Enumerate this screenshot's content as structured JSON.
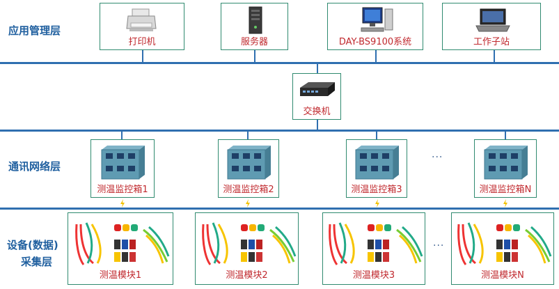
{
  "layers": {
    "app": "应用管理层",
    "network": "通讯网络层",
    "device_line1": "设备(数据)",
    "device_line2": "采集层"
  },
  "app_nodes": [
    {
      "label": "打印机",
      "icon": "printer-icon"
    },
    {
      "label": "服务器",
      "icon": "server-icon"
    },
    {
      "label": "DAY-BS9100系统",
      "icon": "desktop-computer-icon"
    },
    {
      "label": "工作子站",
      "icon": "laptop-icon"
    }
  ],
  "switch": {
    "label": "交换机",
    "icon": "network-switch-icon"
  },
  "monitor_boxes": [
    "测温监控箱1",
    "测温监控箱2",
    "测温监控箱3",
    "测温监控箱N"
  ],
  "sensor_modules": [
    "测温模块1",
    "测温模块2",
    "测温模块3",
    "测温模块N"
  ],
  "ellipsis": "···",
  "colors": {
    "bus": "#2f6fb0",
    "border": "#2f8a6f",
    "caption": "#c0282d",
    "label": "#1f5f9f"
  }
}
